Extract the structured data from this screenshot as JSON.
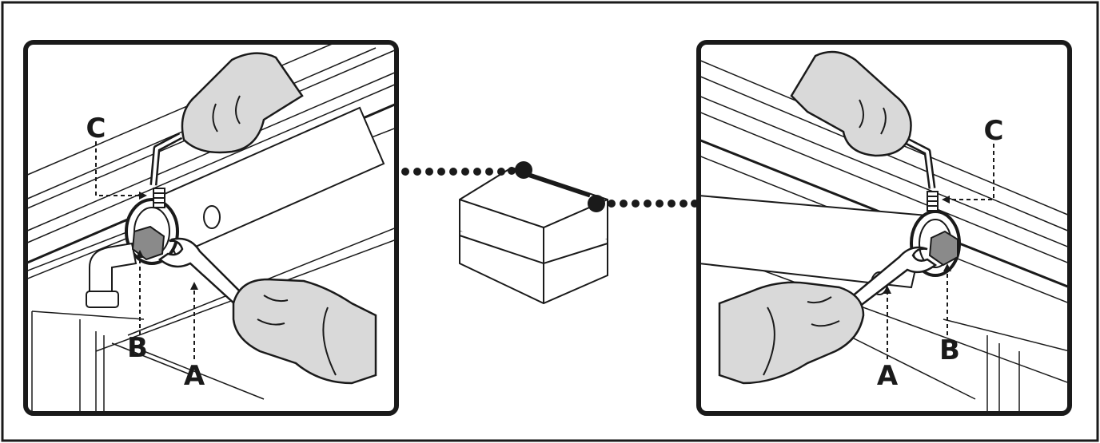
{
  "labels": {
    "left_c": "C",
    "left_b": "B",
    "left_a": "A",
    "right_c": "C",
    "right_b": "B",
    "right_a": "A"
  },
  "colors": {
    "ink": "#1a1a1a",
    "glove": "#d9d9d9",
    "part_gray": "#8a8a8a",
    "background": "#ffffff"
  },
  "icons": [
    "gloved-hand-icon",
    "allen-key-icon",
    "wrench-icon",
    "set-screw-icon",
    "hex-nut-icon",
    "machine-unit-icon"
  ]
}
